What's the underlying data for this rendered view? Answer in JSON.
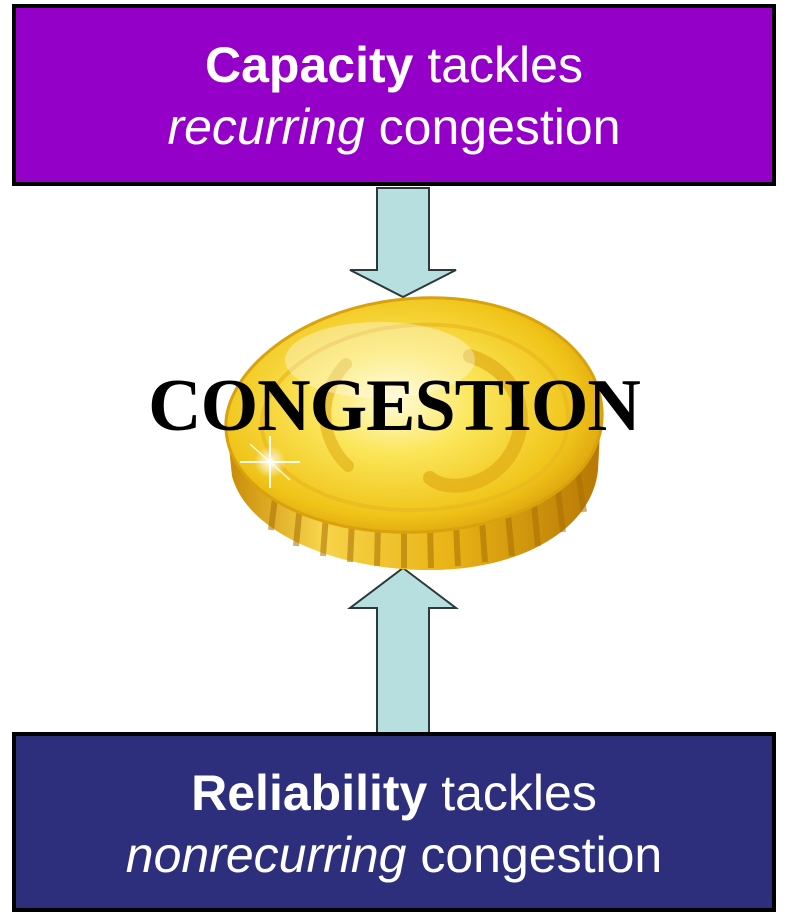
{
  "colors": {
    "top_box": "#9400c7",
    "bottom_box": "#2e2f7c",
    "arrow_fill": "#b8dfe0",
    "coin_gold": "#f2c21a"
  },
  "top_box": {
    "bold": "Capacity",
    "rest1": " tackles",
    "italic": "recurring",
    "rest2": " congestion"
  },
  "center": {
    "label": "CONGESTION",
    "icon": "gold-coin-icon"
  },
  "bottom_box": {
    "bold": "Reliability",
    "rest1": " tackles",
    "italic": "nonrecurring",
    "rest2": " congestion"
  }
}
